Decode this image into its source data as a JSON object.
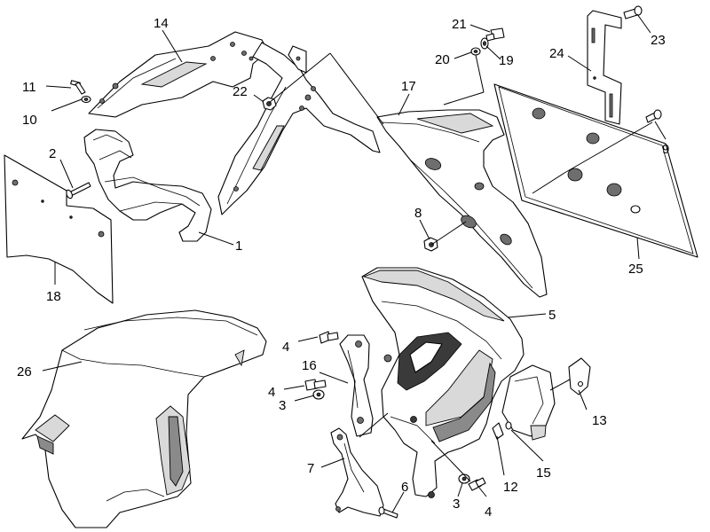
{
  "callouts": [
    {
      "id": "c1",
      "text": "1"
    },
    {
      "id": "c2",
      "text": "2"
    },
    {
      "id": "c3a",
      "text": "3"
    },
    {
      "id": "c3b",
      "text": "3"
    },
    {
      "id": "c4a",
      "text": "4"
    },
    {
      "id": "c4b",
      "text": "4"
    },
    {
      "id": "c4c",
      "text": "4"
    },
    {
      "id": "c5",
      "text": "5"
    },
    {
      "id": "c6",
      "text": "6"
    },
    {
      "id": "c7",
      "text": "7"
    },
    {
      "id": "c8",
      "text": "8"
    },
    {
      "id": "c9",
      "text": "9"
    },
    {
      "id": "c10",
      "text": "10"
    },
    {
      "id": "c11",
      "text": "11"
    },
    {
      "id": "c12",
      "text": "12"
    },
    {
      "id": "c13",
      "text": "13"
    },
    {
      "id": "c14",
      "text": "14"
    },
    {
      "id": "c15",
      "text": "15"
    },
    {
      "id": "c16",
      "text": "16"
    },
    {
      "id": "c17",
      "text": "17"
    },
    {
      "id": "c18",
      "text": "18"
    },
    {
      "id": "c19",
      "text": "19"
    },
    {
      "id": "c20",
      "text": "20"
    },
    {
      "id": "c21",
      "text": "21"
    },
    {
      "id": "c22",
      "text": "22"
    },
    {
      "id": "c23",
      "text": "23"
    },
    {
      "id": "c24",
      "text": "24"
    },
    {
      "id": "c25",
      "text": "25"
    },
    {
      "id": "c26",
      "text": "26"
    }
  ]
}
